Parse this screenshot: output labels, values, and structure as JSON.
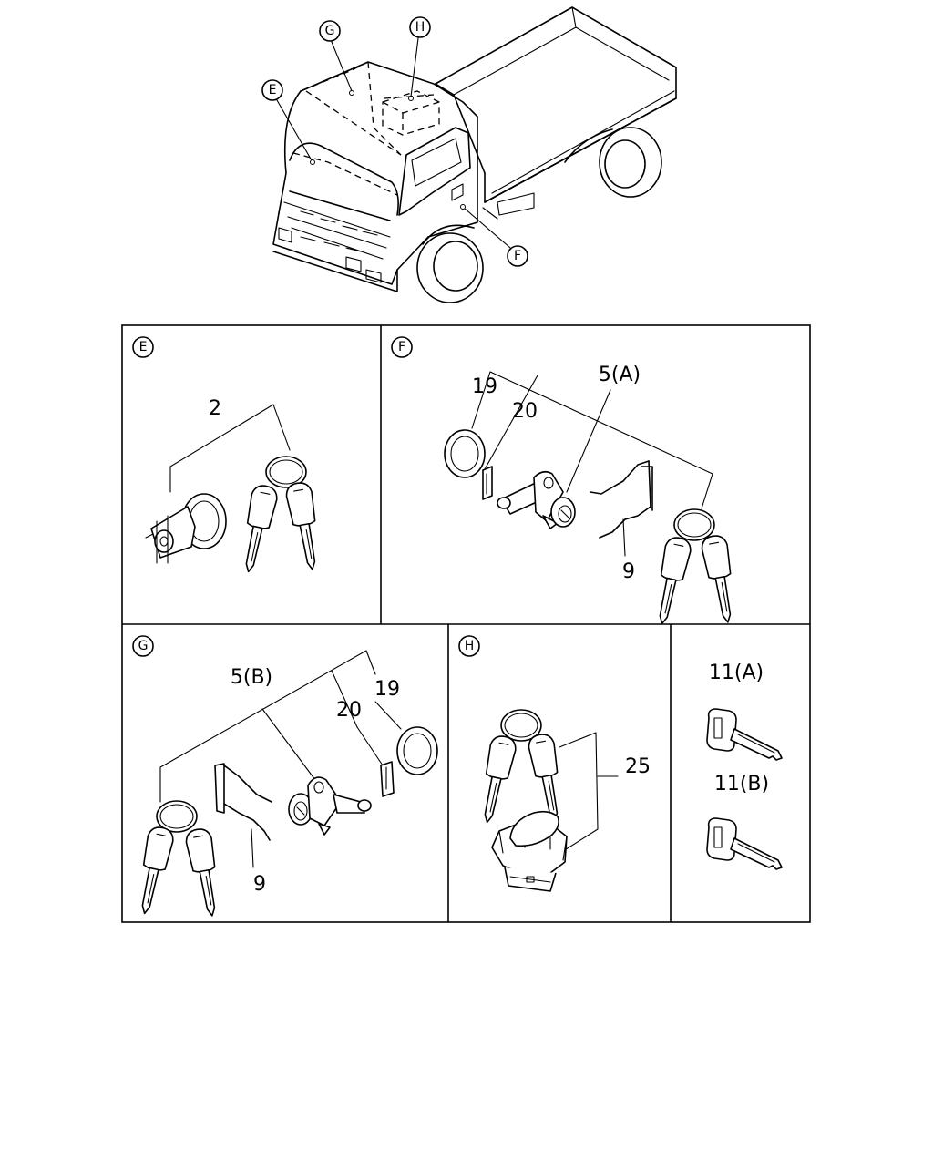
{
  "callouts": {
    "truck": [
      "G",
      "H",
      "E",
      "F"
    ],
    "panels": {
      "e": "E",
      "f": "F",
      "g": "G",
      "h": "H"
    }
  },
  "labels": {
    "e_2": "2",
    "f_19": "19",
    "f_20": "20",
    "f_5a": "5(A)",
    "f_9": "9",
    "g_5b": "5(B)",
    "g_19": "19",
    "g_20": "20",
    "g_9": "9",
    "h_25": "25",
    "k_11a": "11(A)",
    "k_11b": "11(B)"
  }
}
